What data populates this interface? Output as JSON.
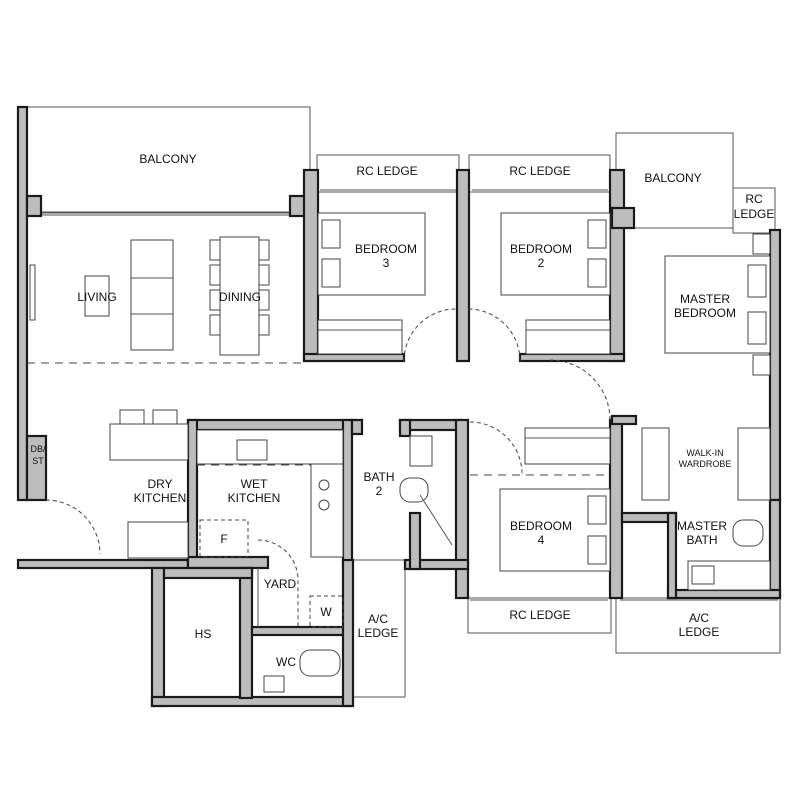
{
  "floorplan": {
    "rooms": {
      "balcony_left": "BALCONY",
      "rc_ledge_b3": "RC LEDGE",
      "rc_ledge_b2": "RC LEDGE",
      "balcony_right": "BALCONY",
      "rc_ledge_master": [
        "RC",
        "LEDGE"
      ],
      "living": "LIVING",
      "dining": "DINING",
      "bedroom3": [
        "BEDROOM",
        "3"
      ],
      "bedroom2": [
        "BEDROOM",
        "2"
      ],
      "master_bedroom": [
        "MASTER",
        "BEDROOM"
      ],
      "db_st": [
        "DB/",
        "ST"
      ],
      "dry_kitchen": [
        "DRY",
        "KITCHEN"
      ],
      "wet_kitchen": [
        "WET",
        "KITCHEN"
      ],
      "fridge": "F",
      "bath2": [
        "BATH",
        "2"
      ],
      "walk_in_wardrobe": [
        "WALK-IN",
        "WARDROBE"
      ],
      "bedroom4": [
        "BEDROOM",
        "4"
      ],
      "master_bath": [
        "MASTER",
        "BATH"
      ],
      "yard": "YARD",
      "washer": "W",
      "hs": "HS",
      "wc": "WC",
      "ac_ledge_mid": [
        "A/C",
        "LEDGE"
      ],
      "rc_ledge_b4": "RC LEDGE",
      "ac_ledge_right": [
        "A/C",
        "LEDGE"
      ]
    }
  }
}
